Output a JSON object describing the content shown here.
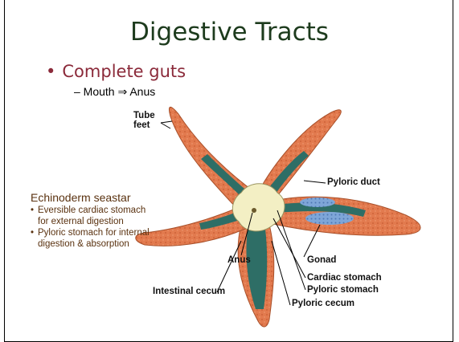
{
  "slide": {
    "title": "Digestive Tracts",
    "bullet": "Complete guts",
    "sub_bullet": "– Mouth ⇒ Anus"
  },
  "caption": {
    "heading": "Echinoderm seastar",
    "items": [
      "Eversible cardiac stomach for external digestion",
      "Pyloric stomach for internal digestion & absorption"
    ],
    "bullet_char": "•"
  },
  "figure": {
    "labels": {
      "tube_feet": "Tube\nfeet",
      "pyloric_duct": "Pyloric duct",
      "anus": "Anus",
      "gonad": "Gonad",
      "cardiac_stomach": "Cardiac stomach",
      "pyloric_stomach": "Pyloric stomach",
      "pyloric_cecum": "Pyloric cecum",
      "intestinal_cecum": "Intestinal cecum"
    },
    "colors": {
      "arm": "#e27a4e",
      "arm_dots": "#c85a33",
      "cecum": "#2e6e66",
      "gonad": "#7ea6d8",
      "stomach": "#f3efc4",
      "title": "#1d3b1d",
      "bullet": "#8b2a3a",
      "caption": "#5a3210"
    }
  }
}
